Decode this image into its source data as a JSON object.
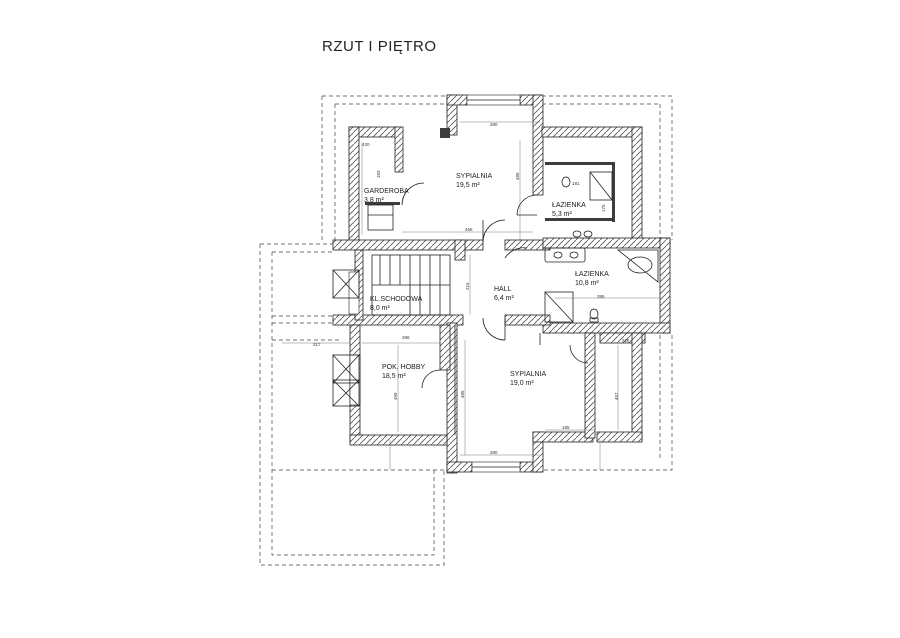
{
  "title": "RZUT I PIĘTRO",
  "rooms": {
    "sypialnia_top": {
      "name": "SYPIALNIA",
      "area": "19,5 m²"
    },
    "garderoba": {
      "name": "GARDEROBA",
      "area": "3,8 m²"
    },
    "lazienka_small": {
      "name": "ŁAZIENKA",
      "area": "5,3 m²"
    },
    "lazienka_big": {
      "name": "ŁAZIENKA",
      "area": "10,8 m²"
    },
    "hall": {
      "name": "HALL",
      "area": "6,4 m²"
    },
    "kl_schodowa": {
      "name": "KL.SCHODOWA",
      "area": "8,0 m²"
    },
    "pok_hobby": {
      "name": "POK. HOBBY",
      "area": "18,5 m²"
    },
    "sypialnia_bottom": {
      "name": "SYPIALNIA",
      "area": "19,0 m²"
    }
  },
  "dimensions": {
    "d280_top": "280",
    "d465": "465",
    "d485": "485",
    "d420": "420",
    "d183": "183",
    "d181": "181",
    "d175": "175",
    "d395": "395",
    "d317": "317",
    "d286": "286",
    "d215": "215",
    "d499": "499",
    "d485b": "485",
    "d185": "185",
    "d280_bottom": "280",
    "d457": "457",
    "d225": "225"
  }
}
